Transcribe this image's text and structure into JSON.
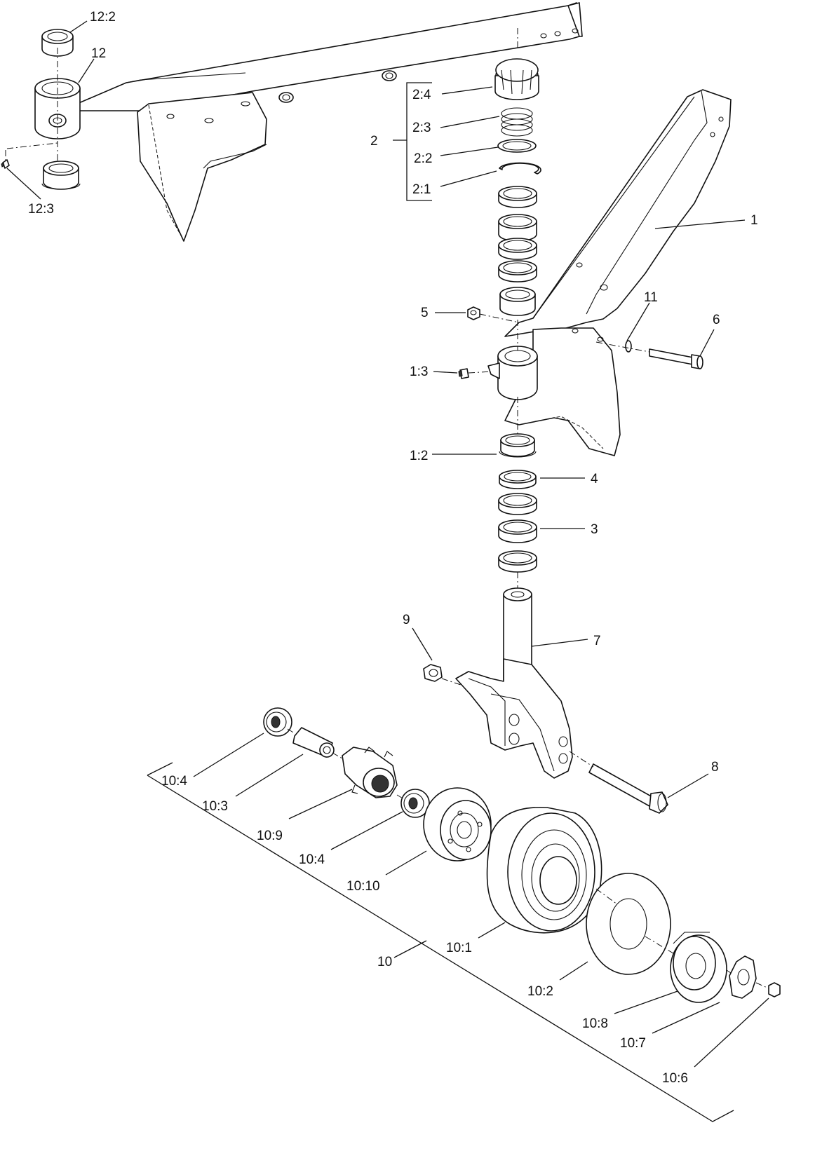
{
  "labels": {
    "p12_2": "12:2",
    "p12": "12",
    "p12_3": "12:3",
    "p2": "2",
    "p2_4": "2:4",
    "p2_3": "2:3",
    "p2_2": "2:2",
    "p2_1": "2:1",
    "p1": "1",
    "p11": "11",
    "p6": "6",
    "p5": "5",
    "p1_3": "1:3",
    "p1_2": "1:2",
    "p4": "4",
    "p3": "3",
    "p9": "9",
    "p7": "7",
    "p8": "8",
    "p10_4a": "10:4",
    "p10_3": "10:3",
    "p10_9": "10:9",
    "p10_4b": "10:4",
    "p10_10": "10:10",
    "p10_1": "10:1",
    "p10": "10",
    "p10_2": "10:2",
    "p10_8": "10:8",
    "p10_7": "10:7",
    "p10_6": "10:6"
  }
}
